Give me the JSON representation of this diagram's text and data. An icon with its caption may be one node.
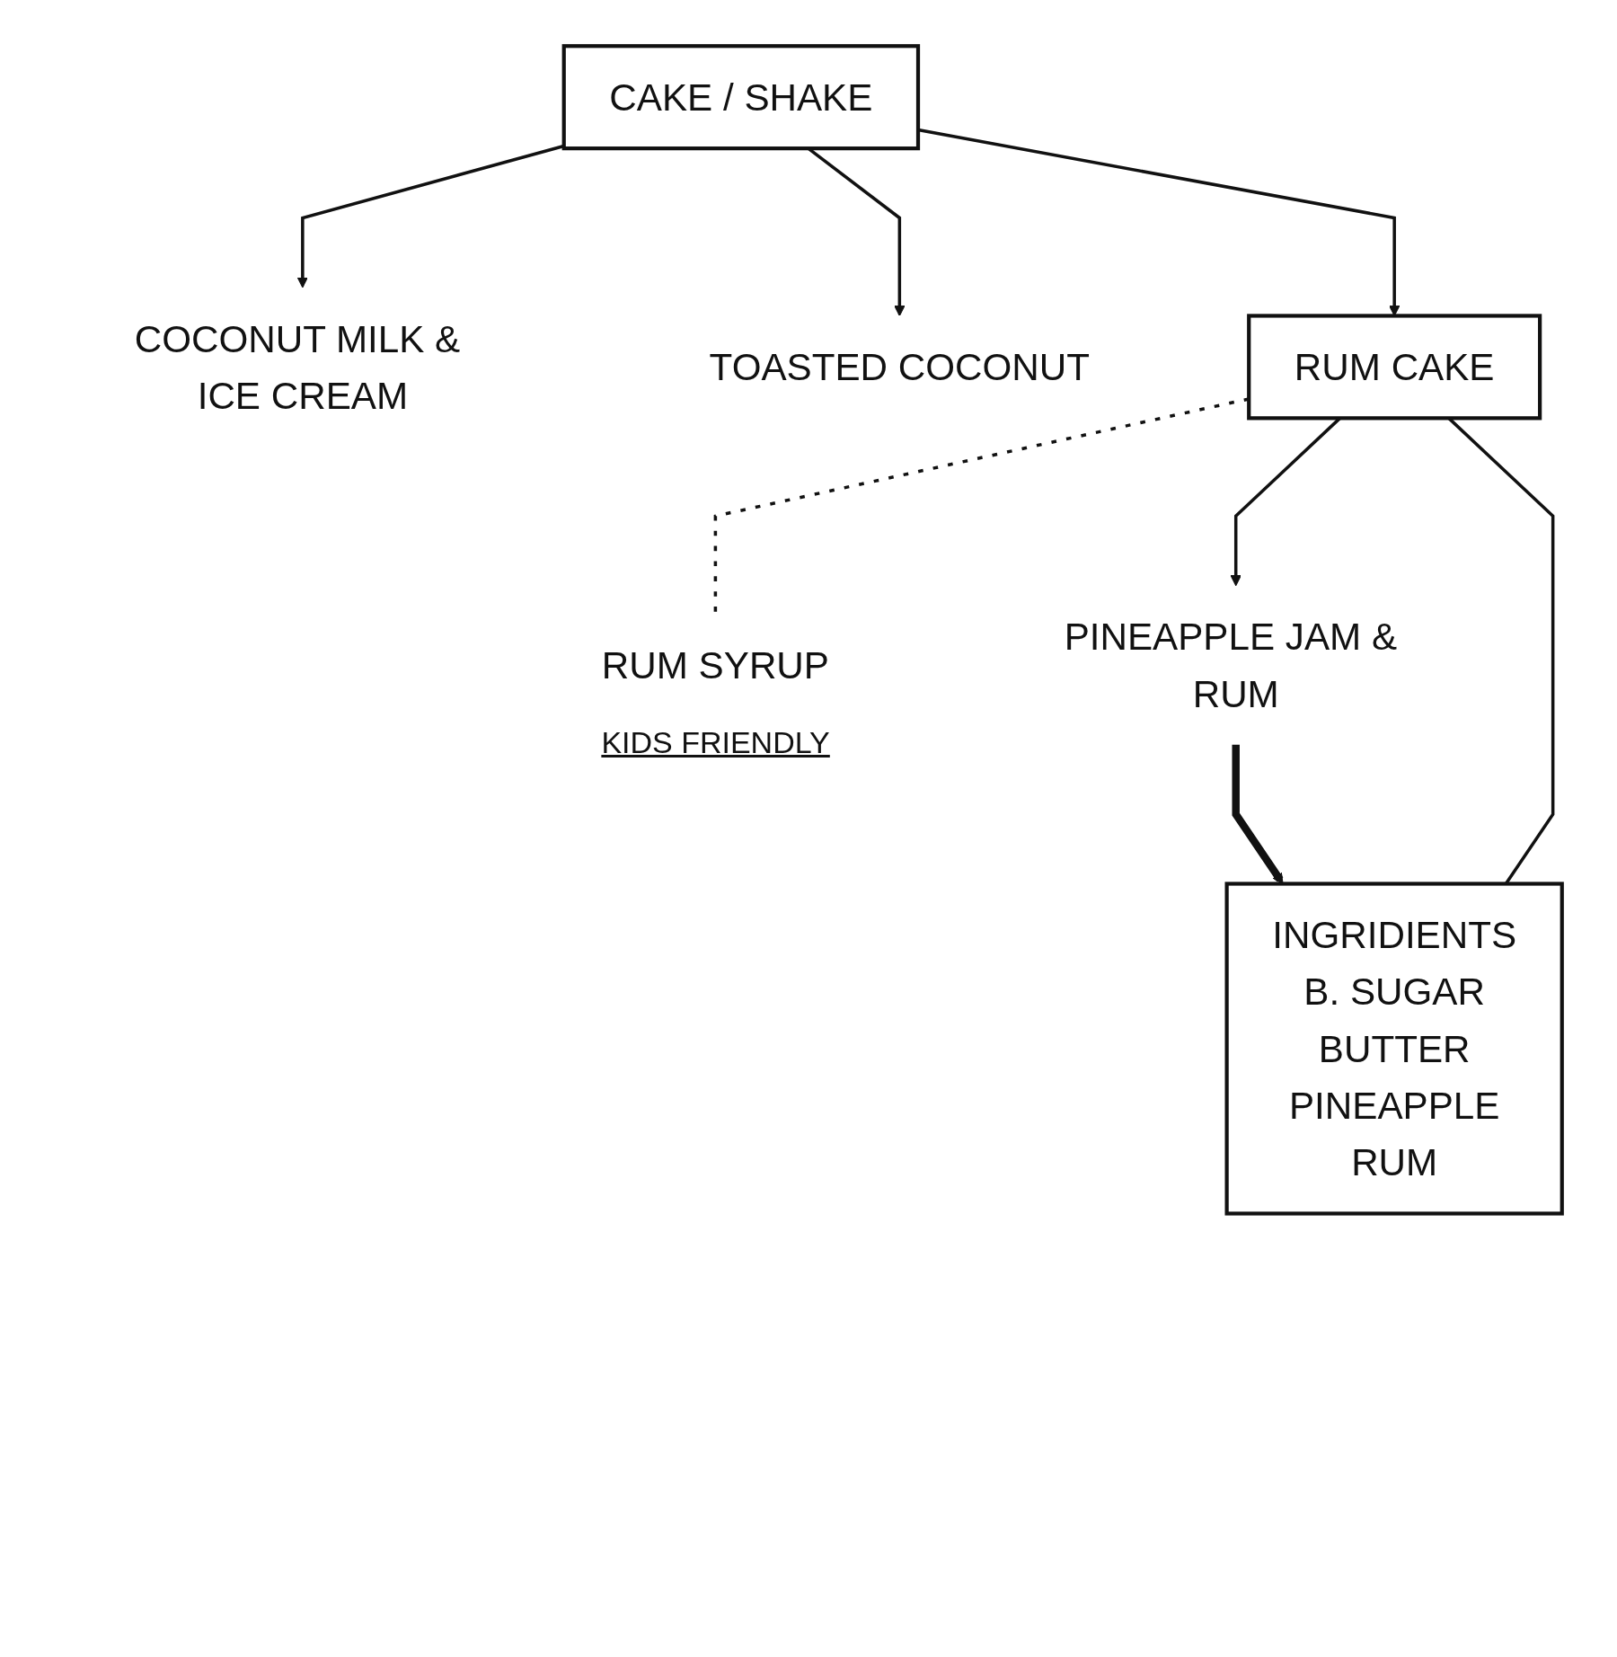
{
  "diagram": {
    "nodes": [
      {
        "text": [
          "CAKE / SHAKE"
        ]
      },
      {
        "text": [
          "COCONUT MILK & ICE CREAM"
        ]
      },
      {
        "text": [
          "TOASTED COCONUT"
        ]
      },
      {
        "text": [
          "RUM CAKE"
        ]
      },
      {
        "text": [
          "RUM SYRUP"
        ]
      },
      {
        "text": [
          "INGRIDIENTS",
          "B. SUGAR",
          "BUTTER",
          "PINEAPPLE",
          "RUM"
        ]
      },
      {
        "text": [
          "PINEAPPLE JAM & RUM"
        ]
      }
    ],
    "edges": [
      {
        "from": 0,
        "to": 1,
        "arrow": "to"
      },
      {
        "from": 0,
        "to": 2,
        "arrow": "to"
      },
      {
        "from": 0,
        "to": 3,
        "arrow": "to"
      },
      {
        "from": 3,
        "to": 4,
        "arrow": "none",
        "style": "dashed"
      },
      {
        "from": 3,
        "to": 6,
        "arrow": "to"
      },
      {
        "from": 5,
        "to": 3,
        "arrow": "none"
      },
      {
        "from": 6,
        "to": 5,
        "arrow": "to",
        "style": "thick"
      }
    ],
    "labels": [
      "KIDS FRIENDLY"
    ]
  }
}
